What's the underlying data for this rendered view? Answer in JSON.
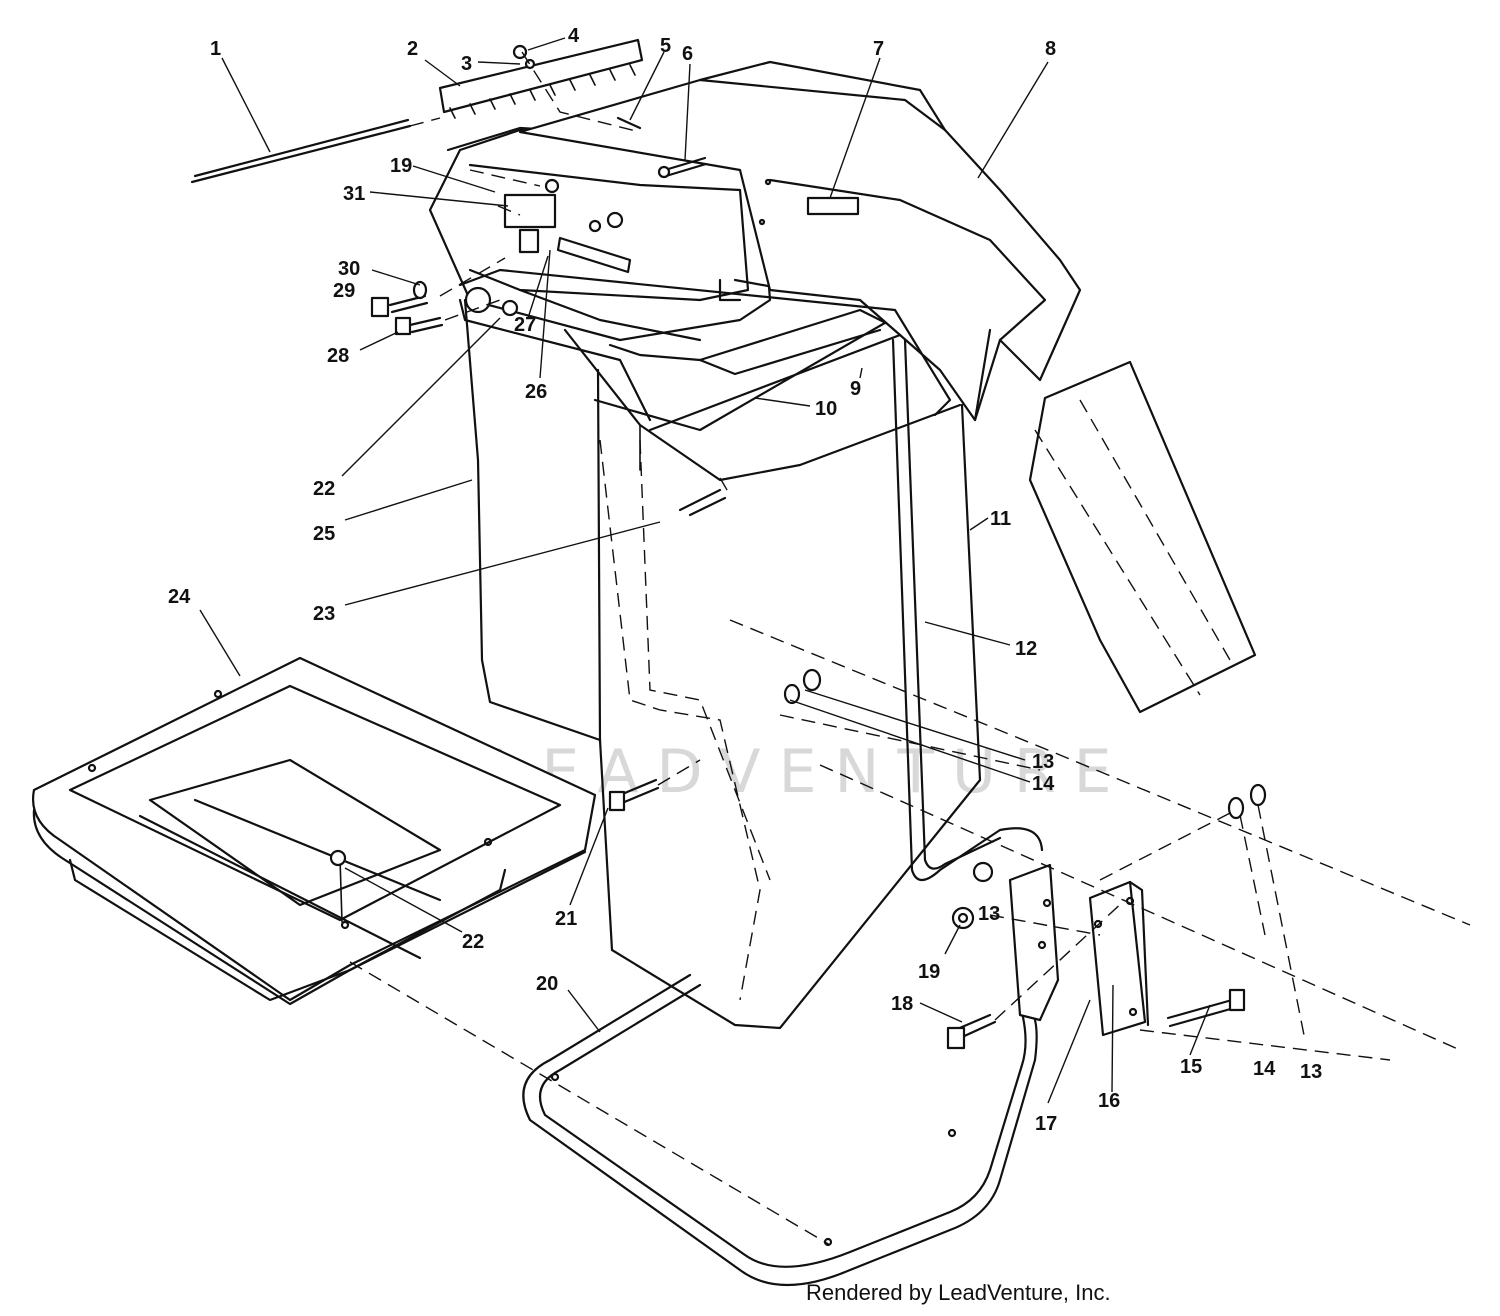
{
  "watermark": "LEADVENTURE",
  "credit": "Rendered by LeadVenture, Inc.",
  "callouts": [
    {
      "id": "1",
      "label": "1"
    },
    {
      "id": "2",
      "label": "2"
    },
    {
      "id": "3",
      "label": "3"
    },
    {
      "id": "4",
      "label": "4"
    },
    {
      "id": "5",
      "label": "5"
    },
    {
      "id": "6",
      "label": "6"
    },
    {
      "id": "7",
      "label": "7"
    },
    {
      "id": "8",
      "label": "8"
    },
    {
      "id": "9",
      "label": "9"
    },
    {
      "id": "10",
      "label": "10"
    },
    {
      "id": "11",
      "label": "11"
    },
    {
      "id": "12",
      "label": "12"
    },
    {
      "id": "13a",
      "label": "13"
    },
    {
      "id": "14a",
      "label": "14"
    },
    {
      "id": "13b",
      "label": "13"
    },
    {
      "id": "19a",
      "label": "19"
    },
    {
      "id": "18",
      "label": "18"
    },
    {
      "id": "17",
      "label": "17"
    },
    {
      "id": "16",
      "label": "16"
    },
    {
      "id": "15",
      "label": "15"
    },
    {
      "id": "14b",
      "label": "14"
    },
    {
      "id": "13c",
      "label": "13"
    },
    {
      "id": "19b",
      "label": "19"
    },
    {
      "id": "31",
      "label": "31"
    },
    {
      "id": "30",
      "label": "30"
    },
    {
      "id": "29",
      "label": "29"
    },
    {
      "id": "28",
      "label": "28"
    },
    {
      "id": "27",
      "label": "27"
    },
    {
      "id": "26",
      "label": "26"
    },
    {
      "id": "22a",
      "label": "22"
    },
    {
      "id": "25",
      "label": "25"
    },
    {
      "id": "23",
      "label": "23"
    },
    {
      "id": "24",
      "label": "24"
    },
    {
      "id": "22b",
      "label": "22"
    },
    {
      "id": "21",
      "label": "21"
    },
    {
      "id": "20",
      "label": "20"
    }
  ]
}
